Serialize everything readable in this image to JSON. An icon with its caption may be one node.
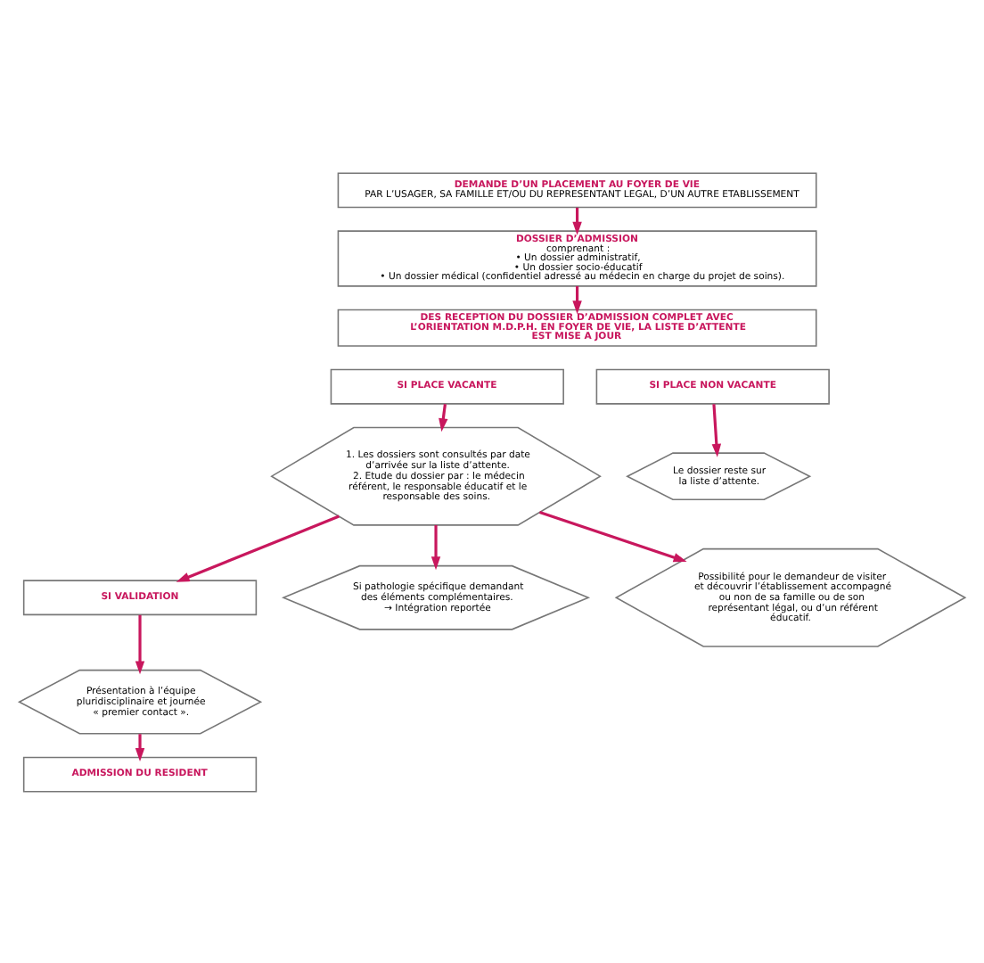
{
  "diagram": {
    "nodes": [
      {
        "text": [
          "DEMANDE D’UN PLACEMENT AU FOYER DE VIE",
          "PAR L’USAGER, SA FAMILLE ET/OU DU REPRESENTANT LEGAL, D’UN AUTRE ETABLISSEMENT"
        ]
      },
      {
        "text": [
          "DOSSIER D’ADMISSION",
          "comprenant :",
          "• Un dossier administratif,",
          "• Un dossier socio-éducatif",
          "• Un dossier médical (confidentiel adressé au médecin en charge du projet de soins)."
        ]
      },
      {
        "text": [
          "DES RECEPTION DU DOSSIER D’ADMISSION COMPLET AVEC L’ORIENTATION M.D.P.H. EN FOYER DE VIE, LA LISTE D’ATTENTE EST MISE A JOUR"
        ]
      },
      {
        "text": [
          "SI PLACE VACANTE"
        ]
      },
      {
        "text": [
          "SI PLACE NON VACANTE"
        ]
      },
      {
        "text": [
          "1. Les dossiers sont consultés par date d’arrivée sur la liste d’attente.",
          "2. Etude du dossier par : le médecin référent, le responsable éducatif et le responsable des soins."
        ]
      },
      {
        "text": [
          "Le dossier reste sur la liste d’attente."
        ]
      },
      {
        "text": [
          "SI VALIDATION"
        ]
      },
      {
        "text": [
          "Présentation à l’équipe pluridisciplinaire et journée « premier contact »."
        ]
      },
      {
        "text": [
          "Si pathologie spécifique demandant des éléments complémentaires.",
          "→ Intégration reportée"
        ]
      },
      {
        "text": [
          "Possibilité pour le demandeur de visiter et découvrir l’établissement accompagné ou non de sa famille ou de son représentant légal, ou d’un référent éducatif."
        ]
      },
      {
        "text": [
          "ADMISSION DU RESIDENT"
        ]
      }
    ],
    "edges": [
      {
        "from": 0,
        "to": 1,
        "arrow": "to"
      },
      {
        "from": 1,
        "to": 2,
        "arrow": "to"
      },
      {
        "from": 3,
        "to": 5,
        "arrow": "to"
      },
      {
        "from": 4,
        "to": 6,
        "arrow": "to"
      },
      {
        "from": 5,
        "to": 7,
        "arrow": "to"
      },
      {
        "from": 5,
        "to": 9,
        "arrow": "to"
      },
      {
        "from": 5,
        "to": 10,
        "arrow": "to"
      },
      {
        "from": 7,
        "to": 8,
        "arrow": "to"
      },
      {
        "from": 8,
        "to": 11,
        "arrow": "to"
      }
    ]
  }
}
